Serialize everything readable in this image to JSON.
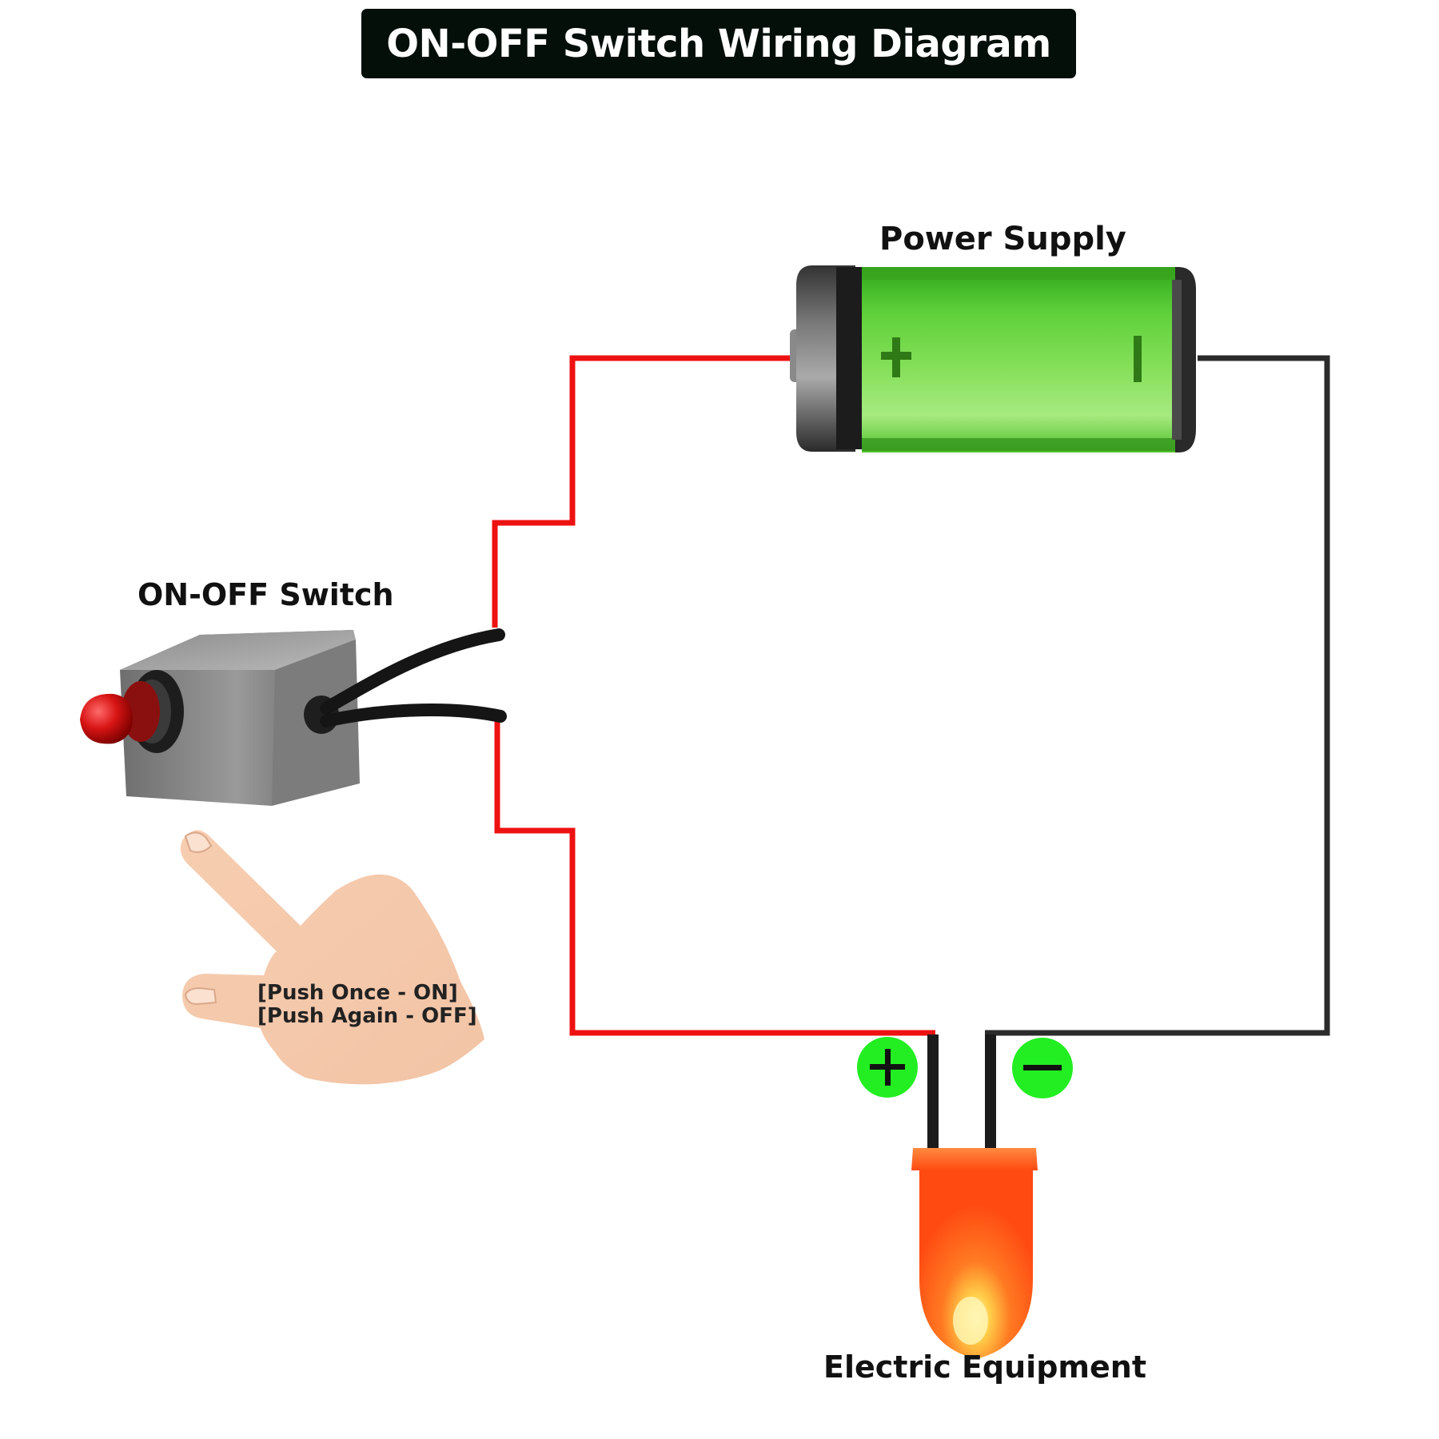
{
  "title": "ON-OFF Switch Wiring Diagram",
  "components": {
    "power_supply": {
      "label": "Power Supply"
    },
    "switch": {
      "label": "ON-OFF Switch",
      "instructions": [
        "[Push Once - ON]",
        "[Push Again - OFF]"
      ]
    },
    "equipment": {
      "label": "Electric Equipment"
    }
  },
  "colors": {
    "positive_wire": "#ee1111",
    "negative_wire": "#2b2b2b",
    "battery_body": "#6fd63a",
    "terminal_marker": "#22ee22",
    "led": "#ff5a1a",
    "title_background": "#050f0a"
  },
  "icons": [
    "battery-icon",
    "push-button-switch-icon",
    "pointing-hand-icon",
    "led-icon",
    "plus-icon",
    "minus-icon"
  ]
}
